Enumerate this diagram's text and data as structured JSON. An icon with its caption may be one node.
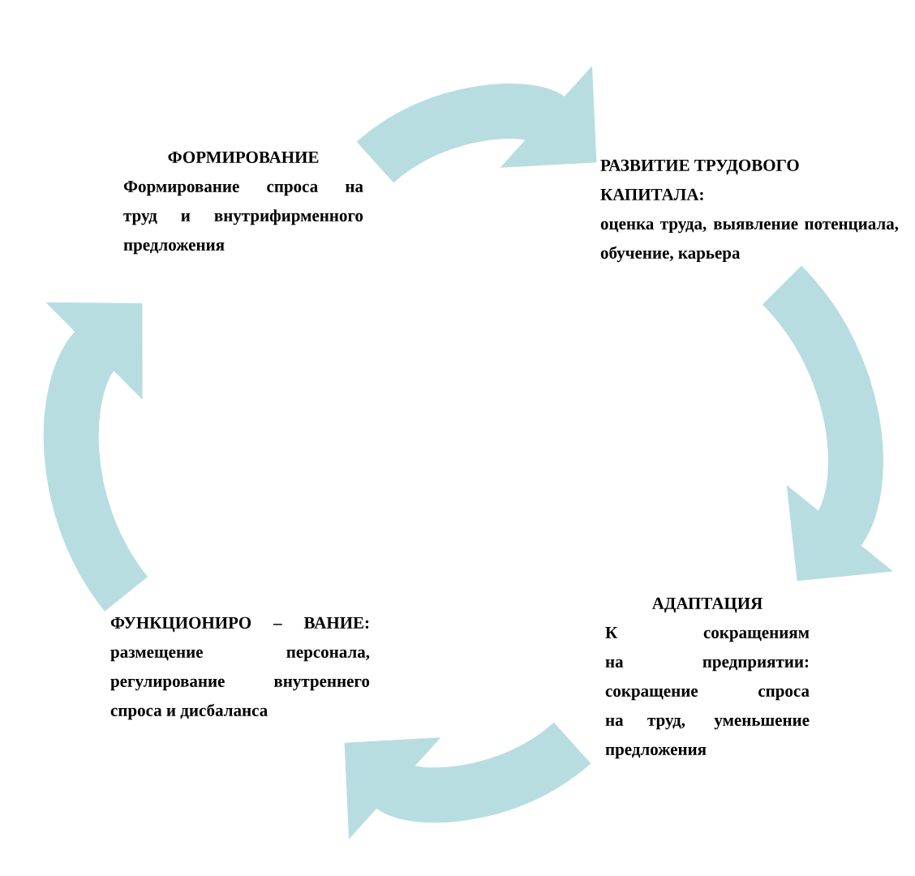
{
  "diagram": {
    "nodes": [
      {
        "text": [
          "ФОРМИРОВАНИЕ",
          "Формирование спроса на труд и внутрифирменного предложения"
        ]
      },
      {
        "text": [
          "РАЗВИТИЕ ТРУДОВОГО КАПИТАЛА:",
          "оценка труда, выявление потенциала, обучение, карьера"
        ]
      },
      {
        "text": [
          "АДАПТАЦИЯ",
          "К сокращениям на предприятии: сокращение спроса на труд, уменьшение предложения"
        ]
      },
      {
        "text": [
          "ФУНКЦИОНИРО – ВАНИЕ: размещение персонала, регулирование внутреннего спроса и дисбаланса"
        ]
      }
    ],
    "edges": [
      {
        "from": 0,
        "to": 1,
        "arrow": "to"
      },
      {
        "from": 1,
        "to": 2,
        "arrow": "to"
      },
      {
        "from": 2,
        "to": 3,
        "arrow": "to"
      },
      {
        "from": 3,
        "to": 0,
        "arrow": "to"
      }
    ]
  }
}
